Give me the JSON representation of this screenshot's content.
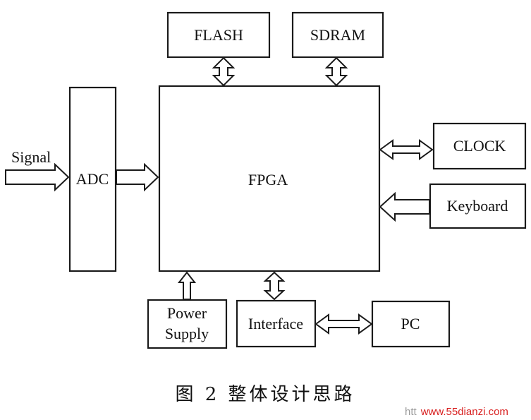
{
  "diagram": {
    "blocks": {
      "flash": "FLASH",
      "sdram": "SDRAM",
      "adc": "ADC",
      "fpga": "FPGA",
      "clock": "CLOCK",
      "keyboard": "Keyboard",
      "power_line1": "Power",
      "power_line2": "Supply",
      "interface": "Interface",
      "pc": "PC"
    },
    "input_label": "Signal"
  },
  "caption": "图 2   整体设计思路",
  "watermark": {
    "prefix": "htt",
    "site": "www.55dianzi.com",
    "colors": {
      "prefix": "#9a9a9a",
      "site": "#d81e1e"
    }
  }
}
